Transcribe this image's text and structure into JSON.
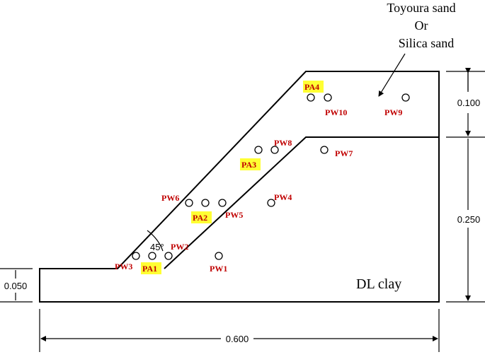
{
  "materials": {
    "sand_line1": "Toyoura sand",
    "sand_line2": "Or",
    "sand_line3": "Silica sand",
    "clay": "DL clay"
  },
  "dimensions": {
    "total_width": "0.600",
    "base_height": "0.050",
    "lower_layer_height": "0.250",
    "upper_layer_height": "0.100"
  },
  "slope_angle": "45°",
  "sensors": {
    "PA1": "PA1",
    "PA2": "PA2",
    "PA3": "PA3",
    "PA4": "PA4",
    "PW1": "PW1",
    "PW2": "PW2",
    "PW3": "PW3",
    "PW4": "PW4",
    "PW5": "PW5",
    "PW6": "PW6",
    "PW7": "PW7",
    "PW8": "PW8",
    "PW9": "PW9",
    "PW10": "PW10"
  },
  "colors": {
    "label_text": "#c00000",
    "label_highlight": "#ffff33"
  }
}
